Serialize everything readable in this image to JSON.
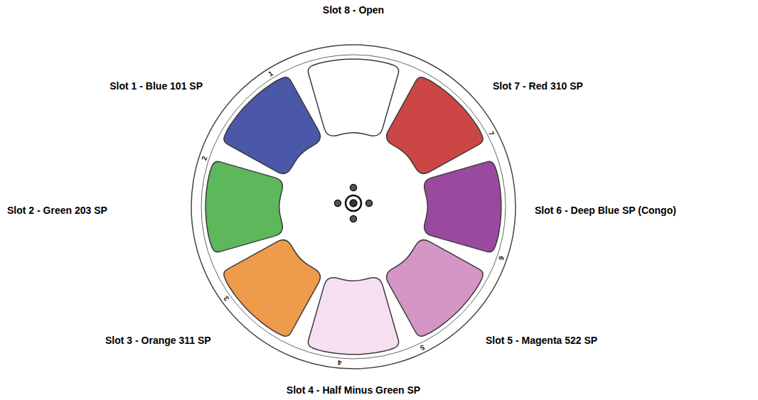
{
  "diagram": {
    "labels": [
      "Slot 8 - Open",
      "Slot 1 - Blue 101 SP",
      "Slot 7 - Red 310 SP",
      "Slot 2 - Green 203 SP",
      "Slot 6 - Deep Blue SP (Congo)",
      "Slot 3 - Orange 311 SP",
      "Slot 5 - Magenta 522 SP",
      "Slot 4 - Half Minus Green SP",
      "1",
      "2",
      "3",
      "4",
      "5",
      "6",
      "7"
    ]
  }
}
